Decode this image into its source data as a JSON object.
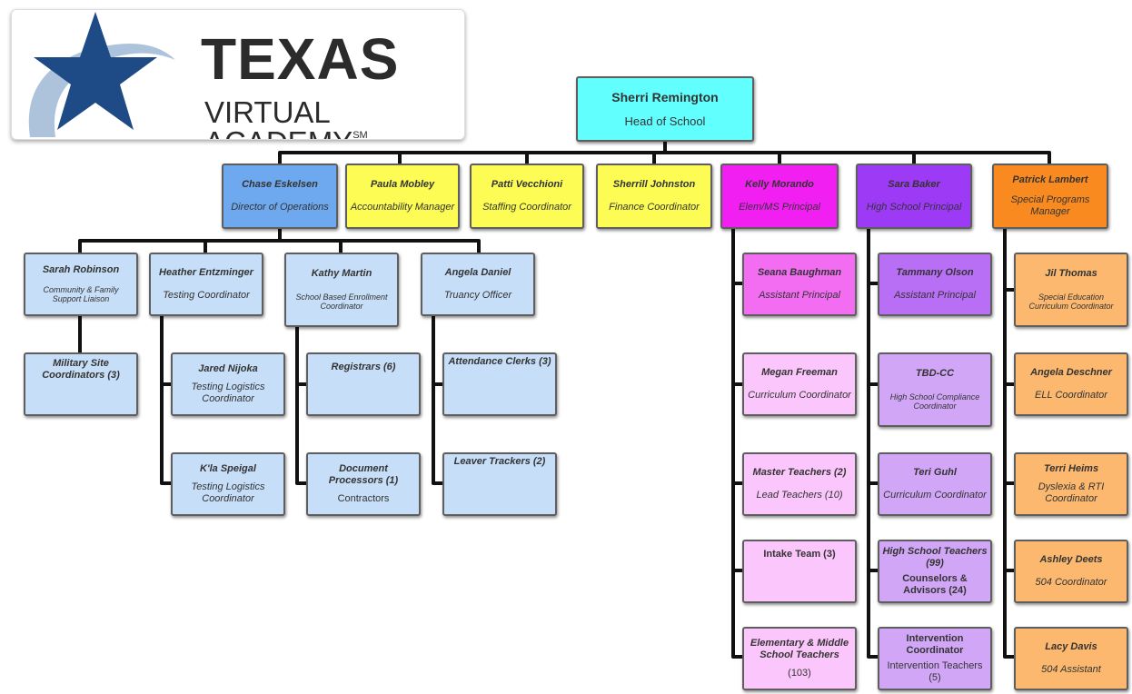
{
  "logo": {
    "line1": "TEXAS",
    "line2": "VIRTUAL ACADEMY",
    "mark": "SM"
  },
  "colors": {
    "root": "#62ffff",
    "blue_dark": "#6ea8ee",
    "blue_light": "#c6def8",
    "yellow": "#fcfc55",
    "magenta": "#f21ff2",
    "pink": "#fbc6fb",
    "purple": "#9d3af6",
    "lavender": "#d2a6f7",
    "orange": "#f98a1f",
    "peach": "#fbb86e",
    "line": "#111111"
  },
  "root": {
    "name": "Sherri Remington",
    "role": "Head of School"
  },
  "level1": [
    {
      "name": "Chase Eskelsen",
      "role": "Director of Operations"
    },
    {
      "name": "Paula Mobley",
      "role": "Accountability Manager"
    },
    {
      "name": "Patti Vecchioni",
      "role": "Staffing Coordinator"
    },
    {
      "name": "Sherrill Johnston",
      "role": "Finance Coordinator"
    },
    {
      "name": "Kelly Morando",
      "role": "Elem/MS Principal"
    },
    {
      "name": "Sara Baker",
      "role": "High School Principal"
    },
    {
      "name": "Patrick Lambert",
      "role": "Special Programs Manager"
    }
  ],
  "operations": [
    {
      "name": "Sarah Robinson",
      "role": "Community & Family Support Liaison",
      "children": [
        {
          "name": "Military Site Coordinators (3)",
          "role": ""
        }
      ]
    },
    {
      "name": "Heather Entzminger",
      "role": "Testing Coordinator",
      "children": [
        {
          "name": "Jared Nijoka",
          "role": "Testing Logistics Coordinator"
        },
        {
          "name": "K'la Speigal",
          "role": "Testing Logistics Coordinator"
        }
      ]
    },
    {
      "name": "Kathy Martin",
      "role": "School Based Enrollment Coordinator",
      "children": [
        {
          "name": "Registrars (6)",
          "role": ""
        },
        {
          "name": "Document Processors (1)",
          "role": "Contractors"
        }
      ]
    },
    {
      "name": "Angela Daniel",
      "role": "Truancy Officer",
      "children": [
        {
          "name": "Attendance Clerks (3)",
          "role": ""
        },
        {
          "name": "Leaver Trackers (2)",
          "role": ""
        }
      ]
    }
  ],
  "elem_ms": [
    {
      "name": "Seana Baughman",
      "role": "Assistant Principal"
    },
    {
      "name": "Megan Freeman",
      "role": "Curriculum Coordinator"
    },
    {
      "name": "Master Teachers (2)",
      "role": "Lead Teachers (10)"
    },
    {
      "name": "Intake Team (3)",
      "role": ""
    },
    {
      "name": "Elementary & Middle School Teachers",
      "role": "(103)"
    }
  ],
  "high_school": [
    {
      "name": "Tammany Olson",
      "role": "Assistant Principal"
    },
    {
      "name": "TBD-CC",
      "role": "High School Compliance Coordinator"
    },
    {
      "name": "Teri Guhl",
      "role": "Curriculum Coordinator"
    },
    {
      "name": "High School Teachers (99)",
      "role": "Counselors & Advisors (24)"
    },
    {
      "name": "Intervention Coordinator",
      "role": "Intervention Teachers (5)"
    }
  ],
  "special_programs": [
    {
      "name": "Jil Thomas",
      "role": "Special Education Curriculum Coordinator"
    },
    {
      "name": "Angela Deschner",
      "role": "ELL Coordinator"
    },
    {
      "name": "Terri Heims",
      "role": "Dyslexia & RTI Coordinator"
    },
    {
      "name": "Ashley Deets",
      "role": "504 Coordinator"
    },
    {
      "name": "Lacy Davis",
      "role": "504 Assistant"
    }
  ]
}
